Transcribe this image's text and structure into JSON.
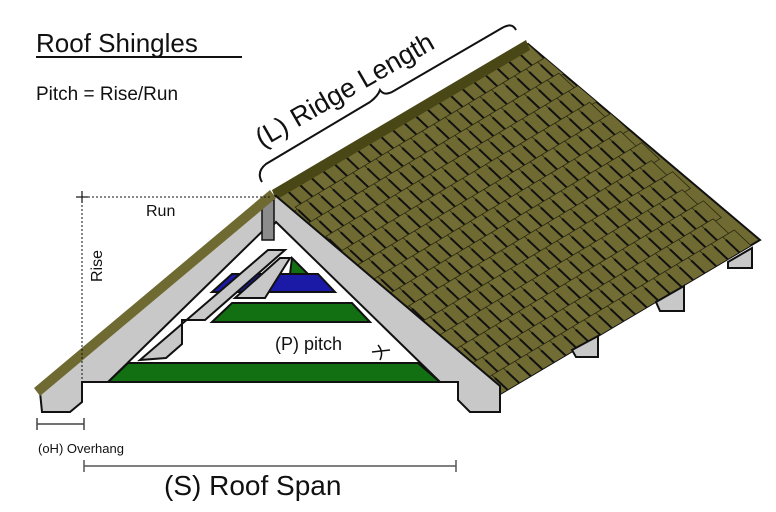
{
  "title": "Roof Shingles",
  "formula": "Pitch = Rise/Run",
  "labels": {
    "ridge_length": "(L) Ridge Length",
    "run": "Run",
    "rise": "Rise",
    "pitch": "(P) pitch",
    "overhang": "(oH) Overhang",
    "roof_span": "(S) Roof Span"
  },
  "colors": {
    "shingle": "#6f6a32",
    "shingle_dark": "#4d4a1e",
    "ridge_cap": "#4a4716",
    "rafter": "#c8c8c8",
    "rafter_face": "#bdbdbd",
    "collar_blue": "#1a1aa6",
    "beam_green": "#127012",
    "outline": "#111111"
  }
}
